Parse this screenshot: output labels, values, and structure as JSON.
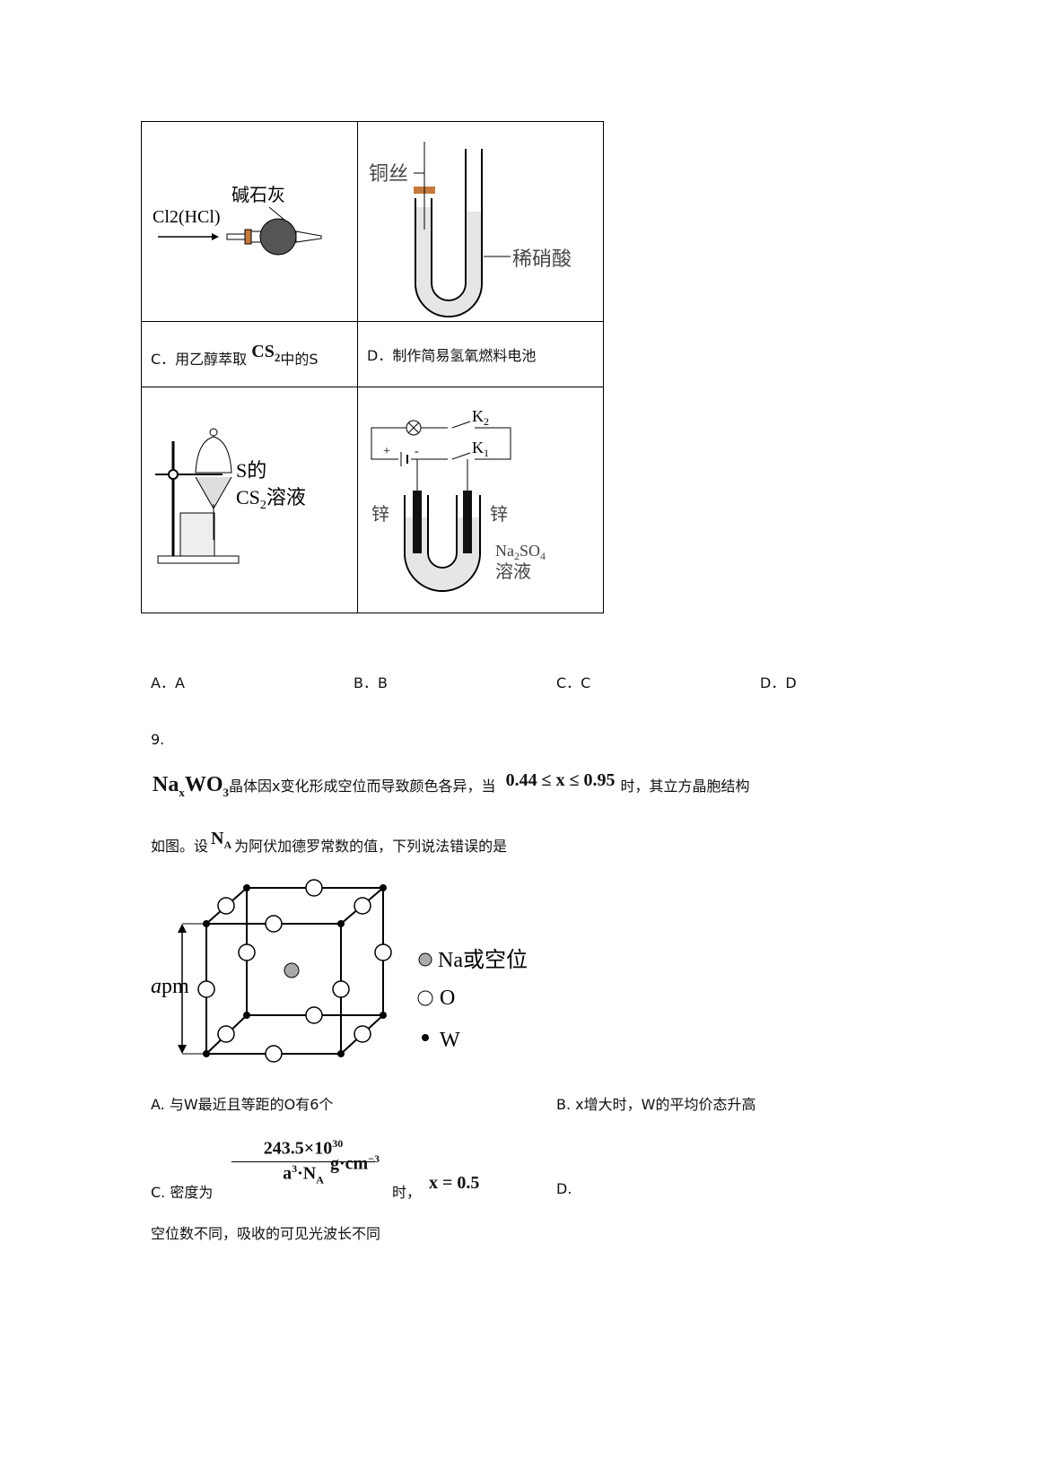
{
  "table": {
    "cell_a_fig": {
      "label_gas": "Cl2(HCl)",
      "label_reagent": "碱石灰"
    },
    "cell_b_fig": {
      "label_wire": "铜丝",
      "label_acid": "稀硝酸"
    },
    "cell_c_caption": {
      "prefix": "C．用乙醇萃取",
      "formula": "CS",
      "sub": "2",
      "suffix": "中的S"
    },
    "cell_d_caption": "D．制作简易氢氧燃料电池",
    "cell_c_fig": {
      "label1": "S的",
      "label2": "CS",
      "label2_sub": "2",
      "label2_rest": "溶液"
    },
    "cell_d_fig": {
      "k2": "K",
      "k2_sub": "2",
      "k1": "K",
      "k1_sub": "1",
      "left_electrode": "锌",
      "right_electrode": "锌",
      "solution": "Na",
      "solution_sub1": "2",
      "solution_mid": "SO",
      "solution_sub2": "4",
      "solution_2": "溶液",
      "plus": "+",
      "minus": "-"
    }
  },
  "q8_options": [
    "A．A",
    "B．B",
    "C．C",
    "D．D"
  ],
  "q9": {
    "number": "9.",
    "line1_formula": "Na",
    "line1_formula_sub": "x",
    "line1_formula_2": "WO",
    "line1_formula_sub2": "3",
    "line1_text": "晶体因x变化形成空位而导致颜色各异，当",
    "line1_cond": "0.44 ≤ x ≤ 0.95",
    "line1_tail": "时，其立方晶胞结构",
    "line2_prefix": "如图。设",
    "line2_na": "N",
    "line2_na_sub": "A",
    "line2_text": "为阿伏加德罗常数的值，下列说法错误的是",
    "figure": {
      "edge_label": "a",
      "edge_unit": "pm",
      "legend": [
        "Na或空位",
        "O",
        "W"
      ]
    },
    "option_a": "A.  与W最近且等距的O有6个",
    "option_b": "B.  x增大时，W的平均价态升高",
    "option_c_prefix": "C.  密度为",
    "option_c_num": "243.5×10",
    "option_c_num_exp": "30",
    "option_c_den": "a",
    "option_c_den_exp": "3",
    "option_c_den_rest": "·N",
    "option_c_den_sub": "A",
    "option_c_unit": "g·cm",
    "option_c_unit_exp": "−3",
    "option_c_when": "时，",
    "option_c_x": "x = 0.5",
    "option_d_label": "D.",
    "option_d_text": "空位数不同，吸收的可见光波长不同"
  }
}
